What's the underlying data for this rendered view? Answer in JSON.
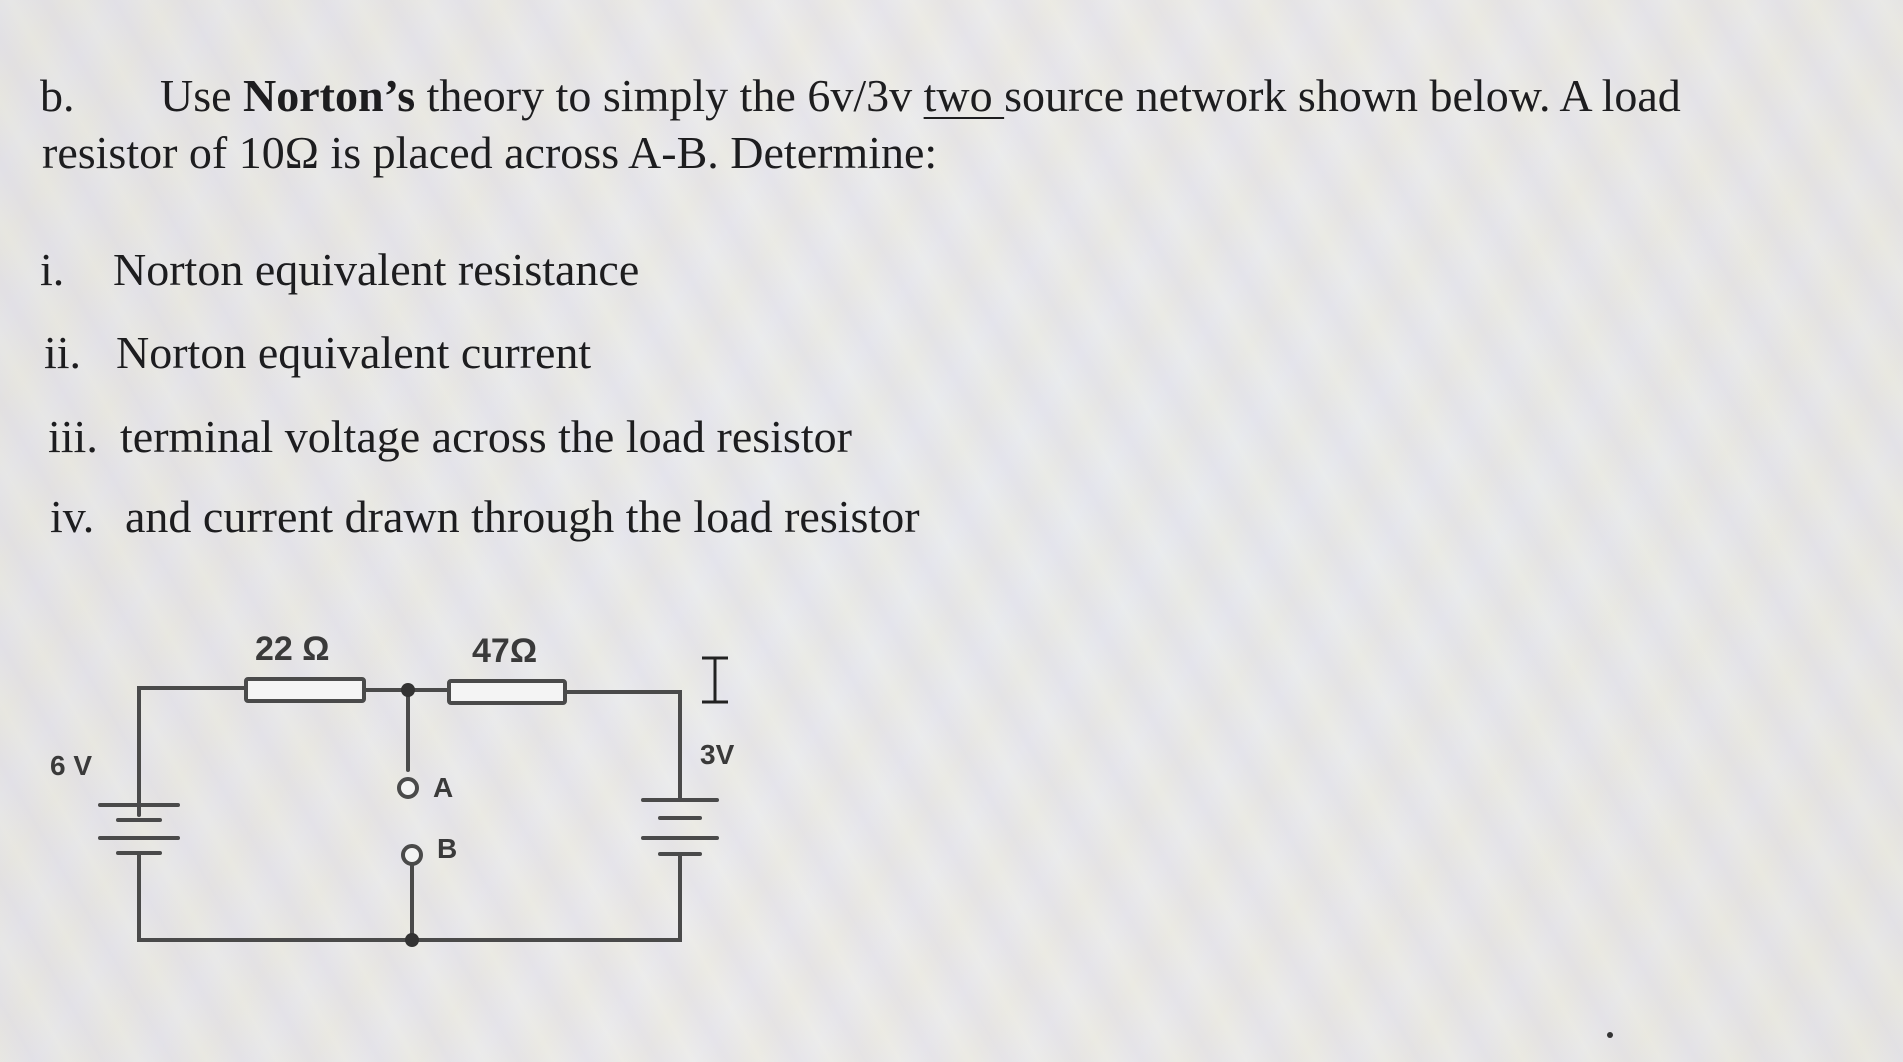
{
  "question": {
    "label": "b.",
    "intro_pre": "Use ",
    "intro_bold": "Norton’s",
    "intro_mid": " theory to simply the 6v/3v ",
    "intro_underlined": "two ",
    "intro_post": "source network shown below. A load",
    "line2": "resistor of 10Ω is placed across A-B. Determine:"
  },
  "items": [
    {
      "num": "i.",
      "text": "Norton equivalent resistance"
    },
    {
      "num": "ii.",
      "text": "Norton equivalent current"
    },
    {
      "num": "iii.",
      "text": "terminal voltage across the load resistor"
    },
    {
      "num": "iv.",
      "text": "and current drawn through the load resistor"
    }
  ],
  "circuit": {
    "r1_label": "22 Ω",
    "r2_label": "47Ω",
    "v1_label": "6 V",
    "v2_label": "3V",
    "terminal_a": "A",
    "terminal_b": "B"
  },
  "cursor_icon": "text-cursor-icon",
  "colors": {
    "text": "#1d1d1f",
    "circuit_line": "#4a4a4a"
  }
}
